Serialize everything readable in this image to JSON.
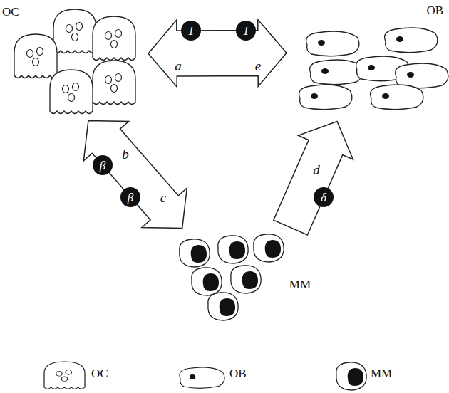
{
  "diagram": {
    "nodes": [
      {
        "text": [
          "OC"
        ]
      },
      {
        "text": [
          "OB"
        ]
      },
      {
        "text": [
          "MM"
        ]
      }
    ],
    "edges": [
      {
        "from": 0,
        "to": 1,
        "arrow": "both"
      },
      {
        "from": 0,
        "to": 2,
        "arrow": "both"
      },
      {
        "from": 2,
        "to": 1,
        "arrow": "to"
      }
    ],
    "labels": [
      "1",
      "1",
      "a",
      "e",
      "b",
      "β",
      "β",
      "c",
      "d",
      "δ"
    ],
    "legend": [
      {
        "text": "OC"
      },
      {
        "text": "OB"
      },
      {
        "text": "MM"
      }
    ]
  }
}
